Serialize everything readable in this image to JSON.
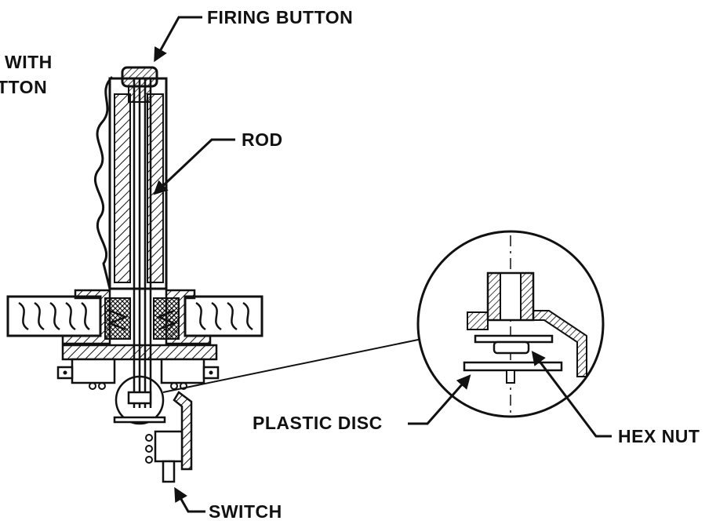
{
  "diagram": {
    "labels": {
      "firing_button": "FIRING BUTTON",
      "rod": "ROD",
      "plastic_disc": "PLASTIC DISC",
      "hex_nut": "HEX NUT",
      "switch": "SWITCH",
      "cropped_line1": "WITH",
      "cropped_line2": "TTON"
    },
    "colors": {
      "ink": "#111111",
      "paper": "#ffffff"
    }
  }
}
